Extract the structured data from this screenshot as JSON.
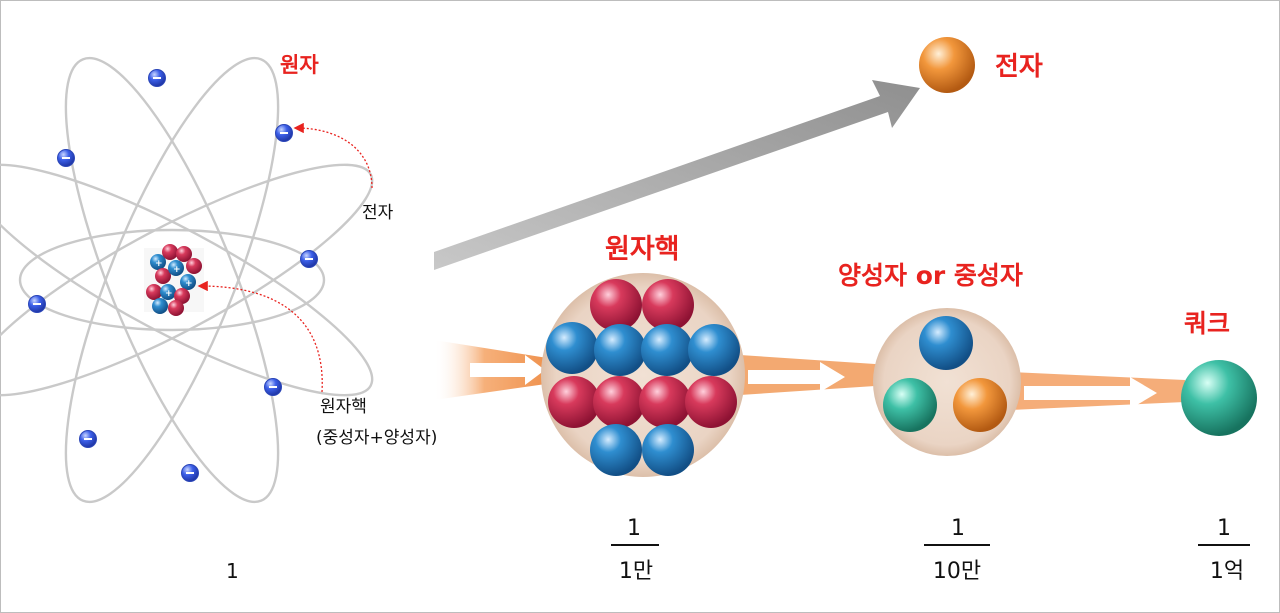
{
  "atom": {
    "title": "원자",
    "electron_label": "전자",
    "nucleus_label_line1": "원자핵",
    "nucleus_label_line2": "(중성자+양성자)",
    "scale": "1"
  },
  "electron": {
    "title": "전자"
  },
  "nucleus": {
    "title": "원자핵",
    "scale_numerator": "1",
    "scale_denominator": "1만"
  },
  "nucleon": {
    "title": "양성자 or 중성자",
    "scale_numerator": "1",
    "scale_denominator": "10만"
  },
  "quark": {
    "title": "쿼크",
    "scale_numerator": "1",
    "scale_denominator": "1억"
  },
  "colors": {
    "label_red": "#e8231f",
    "proton_red": "#c8264a",
    "neutron_blue": "#2a86c4",
    "electron_blue": "#3a5ee6",
    "quark_teal": "#2faf98",
    "electron_orange": "#f0903a",
    "arrow_orange": "#f4a46a",
    "arrow_gray": "#9a9a9a"
  }
}
